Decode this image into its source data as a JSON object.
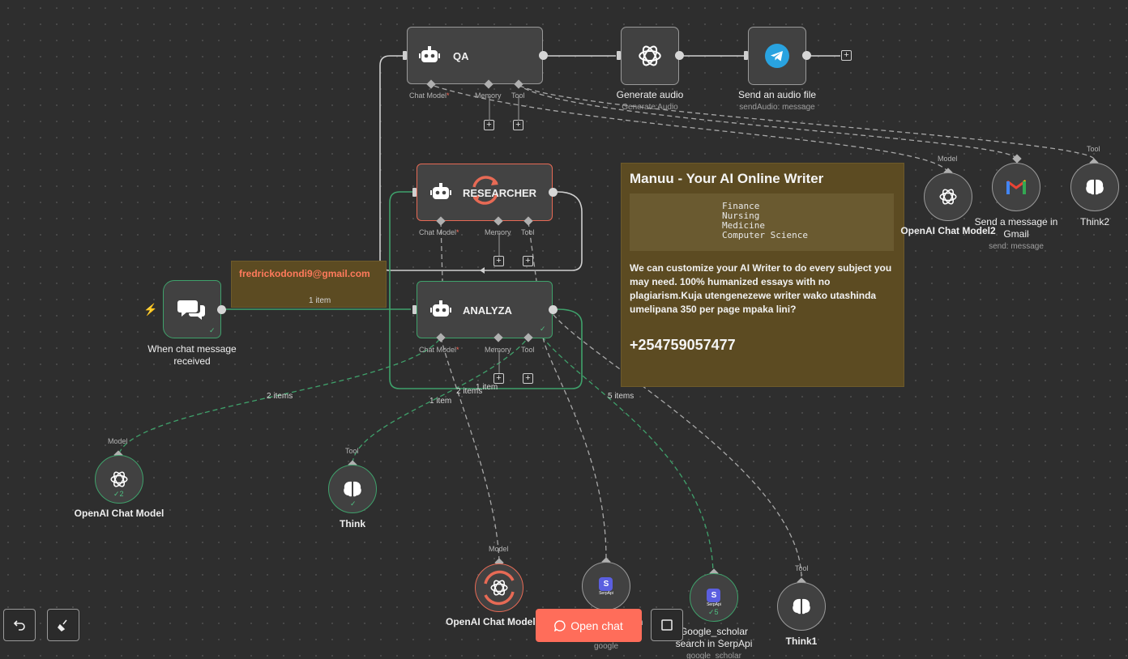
{
  "nodes": {
    "qa": {
      "title": "QA",
      "handles": [
        "Chat Model",
        "Memory",
        "Tool"
      ]
    },
    "researcher": {
      "title": "RESEARCHER",
      "handles": [
        "Chat Model",
        "Memory",
        "Tool"
      ]
    },
    "analyza": {
      "title": "ANALYZA",
      "handles": [
        "Chat Model",
        "Memory",
        "Tool"
      ]
    },
    "generate_audio": {
      "title": "Generate audio",
      "subtitle": "Generate Audio"
    },
    "send_audio": {
      "title": "Send an audio file",
      "subtitle": "sendAudio: message"
    },
    "trigger": {
      "title": "When chat message received"
    },
    "openai_model2": {
      "title": "OpenAI Chat Model2",
      "port": "Model"
    },
    "gmail": {
      "title": "Send a message in Gmail",
      "subtitle": "send: message"
    },
    "think2": {
      "title": "Think2",
      "port": "Tool"
    },
    "openai_model": {
      "title": "OpenAI Chat Model",
      "port": "Model",
      "count": "2"
    },
    "think": {
      "title": "Think",
      "port": "Tool"
    },
    "openai_model1": {
      "title": "OpenAI Chat Model",
      "port": "Model"
    },
    "google_serp": {
      "title": "n",
      "subtitle": "google",
      "icon_text": "SerpApi"
    },
    "scholar_serp": {
      "title": "Google_scholar search in SerpApi",
      "subtitle": "google_scholar",
      "icon_text": "SerpApi",
      "count": "5"
    },
    "think1": {
      "title": "Think1",
      "port": "Tool"
    }
  },
  "edge_labels": {
    "trigger_analyza": "1 item",
    "model_items": "2 items",
    "think_items": "1 item",
    "model1_items": "2 items",
    "analyza_item": "1 item",
    "scholar_items": "5 items"
  },
  "sticky_email": {
    "text": "fredrickodondi9@gmail.com"
  },
  "sticky_ad": {
    "title": "Manuu - Your AI Online Writer",
    "subjects": [
      "Finance",
      "Nursing",
      "Medicine",
      "Computer Science"
    ],
    "body": "We can customize your AI Writer to do every subject you may need. 100% humanized essays with no plagiarism.Kuja utengenezewe writer wako utashinda umelipana 350 per page mpaka lini?",
    "phone": "+254759057477"
  },
  "toolbar": {
    "open_chat_label": "Open chat"
  },
  "colors": {
    "success": "#3fa16b",
    "error": "#e76a55",
    "accent": "#ff6d5a",
    "sticky": "#5c4b22"
  }
}
